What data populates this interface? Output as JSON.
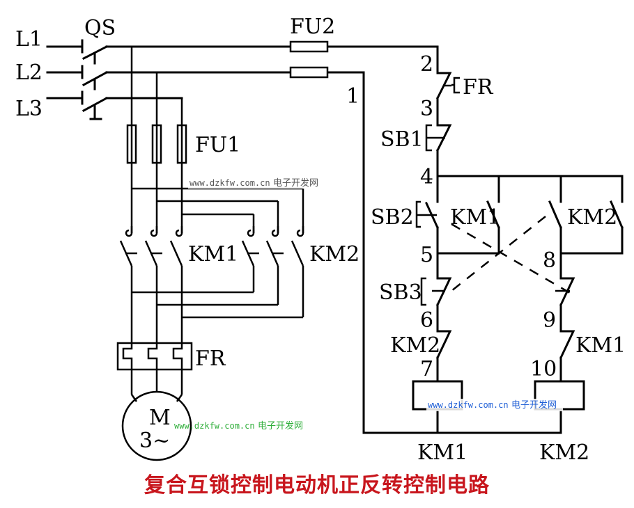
{
  "diagram": {
    "title": "复合互锁控制电动机正反转控制电路",
    "title_color": "#c8161d",
    "watermark": {
      "url": "www.dzkfw.com.cn",
      "site_name": "电子开发网",
      "color_gray": "#555555",
      "color_blue": "#1f5fd6",
      "color_green": "#2fae3a"
    },
    "main_circuit": {
      "phases": [
        "L1",
        "L2",
        "L3"
      ],
      "isolator": "QS",
      "main_fuses": "FU1",
      "forward_contactor": "KM1",
      "reverse_contactor": "KM2",
      "thermal_relay": "FR",
      "motor": {
        "label": "M",
        "phase_label": "3~"
      }
    },
    "control_circuit": {
      "control_fuse": "FU2",
      "overload_contact": "FR",
      "stop_button": "SB1",
      "forward_button": "SB2",
      "reverse_button": "SB3",
      "hold_contact_forward": "KM1",
      "hold_contact_reverse": "KM2",
      "interlock_in_forward_branch": "KM2",
      "interlock_in_reverse_branch": "KM1",
      "coil_forward": "KM1",
      "coil_reverse": "KM2",
      "node_labels": [
        "1",
        "2",
        "3",
        "4",
        "5",
        "6",
        "7",
        "8",
        "9",
        "10"
      ]
    }
  }
}
